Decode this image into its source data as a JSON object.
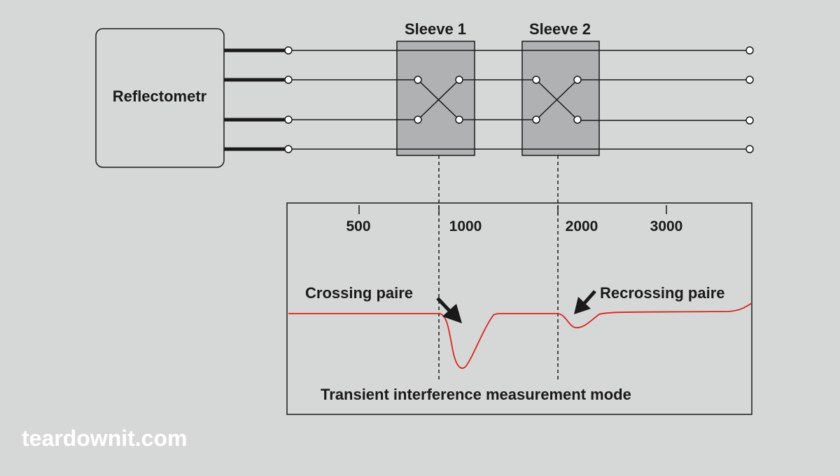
{
  "device_label": "Reflectometr",
  "sleeves": [
    "Sleeve 1",
    "Sleeve 2"
  ],
  "scale_ticks": [
    "500",
    "1000",
    "2000",
    "3000"
  ],
  "annotations": {
    "crossing": "Crossing paire",
    "recrossing": "Recrossing paire",
    "mode": "Transient interference measurement mode"
  },
  "watermark": "teardownit.com",
  "colors": {
    "background": "#d6d7d7",
    "sleeve_fill": "#b0b1b2",
    "trace": "#d9251d",
    "line": "#1a1a1a",
    "watermark": "#ffffff"
  }
}
